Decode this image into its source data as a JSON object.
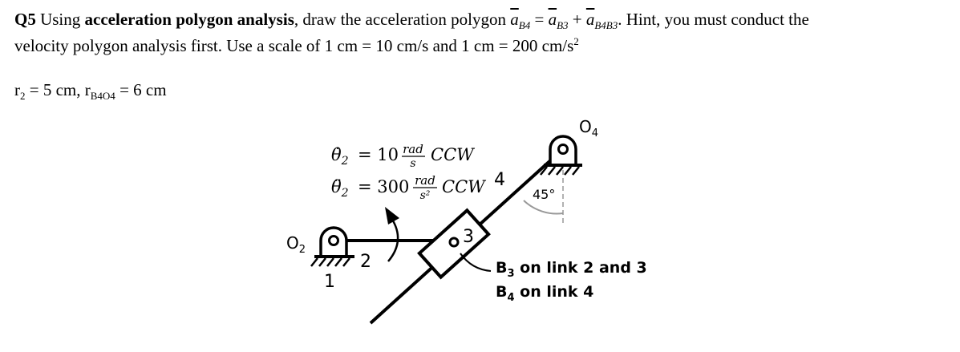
{
  "question": {
    "number": "Q5",
    "text_a": " Using ",
    "emphasis": "acceleration polygon analysis",
    "text_b": ", draw the acceleration polygon ",
    "eq_a_B4": "a",
    "eq_sub_B4": "B4",
    "eq_equals": " = ",
    "eq_a_B3": "a",
    "eq_sub_B3": "B3",
    "eq_plus": " + ",
    "eq_a_B4B3": "a",
    "eq_sub_B4B3": "B4B3",
    "text_c": ".  Hint, you must conduct the",
    "line2": "velocity polygon analysis first.  Use a scale of 1 cm = 10 cm/s and 1 cm = 200 cm/s",
    "line2_sup": "2"
  },
  "given": {
    "r2_r": "r",
    "r2_sub": "2",
    "r2_rest": " = 5 cm, r",
    "r4_sub": "B4O4",
    "r4_rest": " = 6 cm"
  },
  "diagram": {
    "omega_symbol": "θ̇",
    "omega_sub": "2",
    "omega_eq": "= 10",
    "omega_num": "rad",
    "omega_den": "s",
    "omega_dir": "CCW",
    "alpha_symbol": "θ̈",
    "alpha_sub": "2",
    "alpha_eq": "= 300",
    "alpha_num": "rad",
    "alpha_den": "s²",
    "alpha_dir": "CCW",
    "o2_label": "O",
    "o2_sub": "2",
    "o4_label": "O",
    "o4_sub": "4",
    "link1_label": "1",
    "link2_label": "2",
    "link3_label": "3",
    "link4_label": "4",
    "angle_label": "45°",
    "note_b3_a": "B",
    "note_b3_sub": "3",
    "note_b3_b": " on link 2 and 3",
    "note_b4_a": "B",
    "note_b4_sub": "4",
    "note_b4_b": " on link 4"
  }
}
